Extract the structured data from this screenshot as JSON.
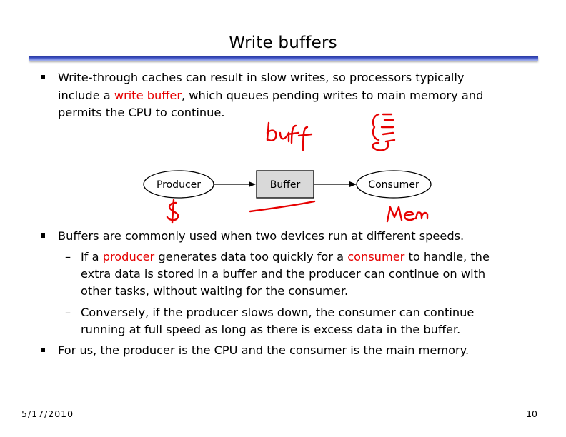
{
  "slide": {
    "title": "Write buffers",
    "bullet1": {
      "line1": "Write-through caches can result in slow writes, so processors typically",
      "line2_pre": "include a ",
      "line2_red": "write buffer",
      "line2_post": ", which queues pending writes to main memory and",
      "line3": "permits the CPU to continue."
    },
    "diagram": {
      "producer": "Producer",
      "buffer": "Buffer",
      "consumer": "Consumer"
    },
    "bullet2": {
      "line1": "Buffers are commonly used when two devices run at different speeds."
    },
    "sub1": {
      "l1_pre": "If a ",
      "l1_red1": "producer",
      "l1_mid": " generates data too quickly for a ",
      "l1_red2": "consumer",
      "l1_post": " to handle, the",
      "l2": "extra data is stored in a buffer and the producer can continue on with",
      "l3": "other tasks, without waiting for the consumer."
    },
    "sub2": {
      "l1": "Conversely, if the producer slows down, the consumer can continue",
      "l2": "running at full speed as long as there is excess data in the buffer."
    },
    "bullet3": {
      "line1": "For us, the producer is the CPU and the consumer is the main memory."
    },
    "footer": {
      "date": "5/17/2010",
      "page": "10"
    },
    "colors": {
      "accent_red": "#e60000",
      "title_rule": "#2b3aa8",
      "buffer_fill": "#d9d9d9"
    }
  }
}
